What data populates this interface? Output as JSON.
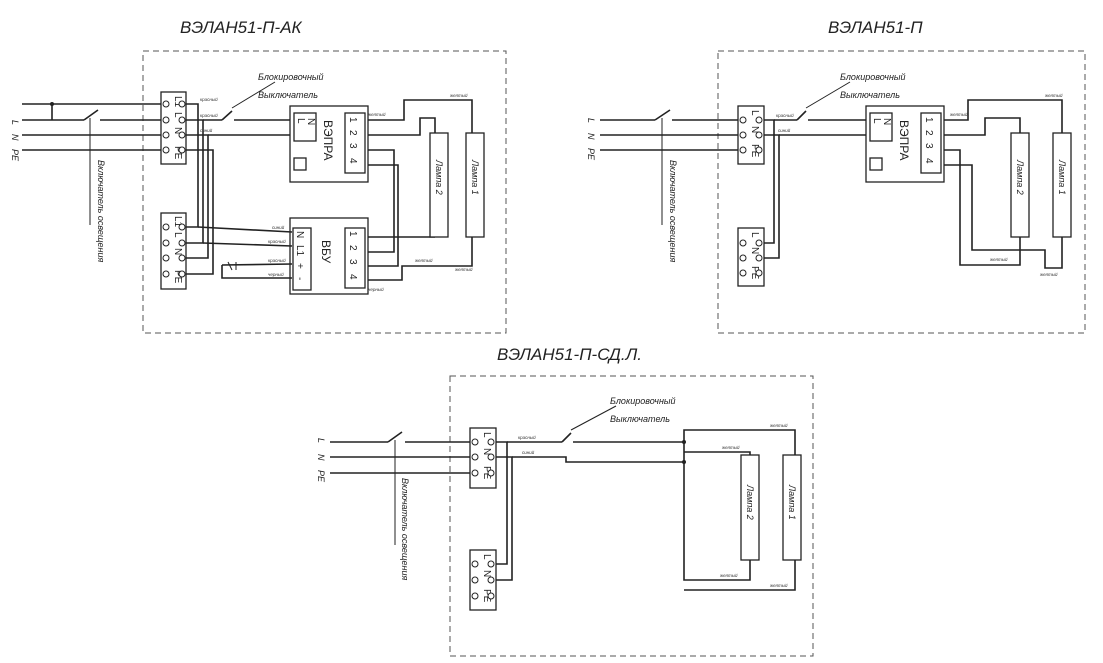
{
  "diagrams": [
    {
      "title": "ВЭЛАН51-П-АК",
      "line_labels": [
        "L",
        "N",
        "PE"
      ],
      "lighting_switch": "Включатель освещения",
      "interlock_switch": [
        "Блокировочный",
        "Выключатель"
      ],
      "terminal_block_top": [
        "L1",
        "L",
        "N",
        "PE"
      ],
      "terminal_block_bottom": [
        "L1",
        "L",
        "N",
        "PE"
      ],
      "ballast": {
        "name": "ВЭПРА",
        "inputs": [
          "L",
          "N"
        ],
        "outputs": [
          "1",
          "2",
          "3",
          "4"
        ]
      },
      "backup_unit": {
        "name": "ВБУ",
        "inputs": [
          "N",
          "L1",
          "+",
          "-"
        ],
        "outputs": [
          "1",
          "2",
          "3",
          "4"
        ]
      },
      "lamps": [
        "Лампа 2",
        "Лампа 1"
      ],
      "wire_colors": [
        "красный",
        "синий",
        "желтый",
        "черный"
      ]
    },
    {
      "title": "ВЭЛАН51-П",
      "line_labels": [
        "L",
        "N",
        "PE"
      ],
      "lighting_switch": "Включатель освещения",
      "interlock_switch": [
        "Блокировочный",
        "Выключатель"
      ],
      "terminal_block_top": [
        "L",
        "N",
        "PE"
      ],
      "terminal_block_bottom": [
        "L",
        "N",
        "PE"
      ],
      "ballast": {
        "name": "ВЭПРА",
        "inputs": [
          "L",
          "N"
        ],
        "outputs": [
          "1",
          "2",
          "3",
          "4"
        ]
      },
      "lamps": [
        "Лампа 2",
        "Лампа 1"
      ],
      "wire_colors": [
        "красный",
        "синий",
        "желтый"
      ]
    },
    {
      "title": "ВЭЛАН51-П-СД.Л.",
      "line_labels": [
        "L",
        "N",
        "PE"
      ],
      "lighting_switch": "Включатель освещения",
      "interlock_switch": [
        "Блокировочный",
        "Выключатель"
      ],
      "terminal_block_top": [
        "L",
        "N",
        "PE"
      ],
      "terminal_block_bottom": [
        "L",
        "N",
        "PE"
      ],
      "lamps": [
        "Лампа 2",
        "Лампа 1"
      ],
      "wire_colors": [
        "красный",
        "синий",
        "желтый"
      ]
    }
  ]
}
